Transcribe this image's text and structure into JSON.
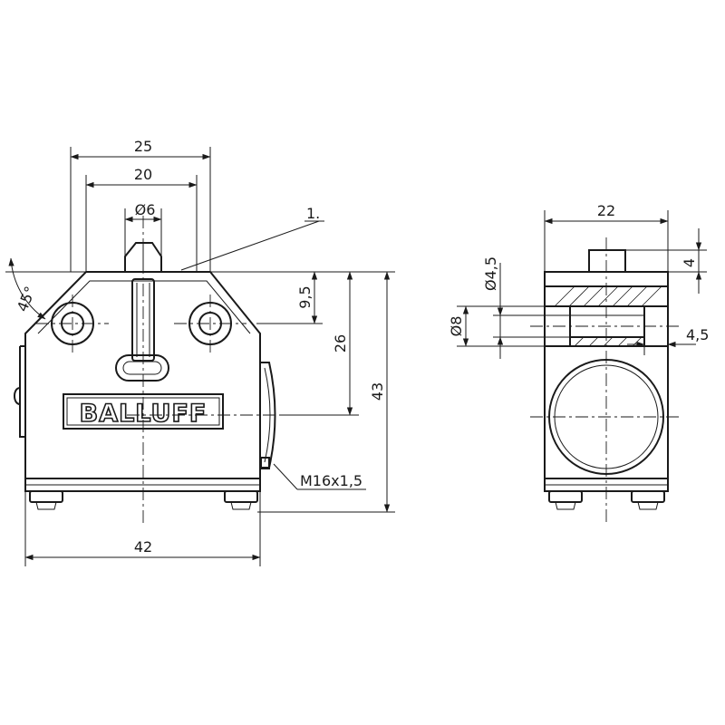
{
  "front_view": {
    "brand": "BALLUFF",
    "dims": {
      "width_25": "25",
      "width_20": "20",
      "diameter_6": "Ø6",
      "height_9_5": "9,5",
      "height_26": "26",
      "height_43": "43",
      "width_42": "42",
      "angle_45": "45°"
    },
    "callout": "1.",
    "thread": "M16x1,5"
  },
  "side_view": {
    "dims": {
      "width_22": "22",
      "height_4": "4",
      "diameter_4_5": "Ø4,5",
      "diameter_8": "Ø8",
      "depth_4_5": "4,5"
    }
  }
}
